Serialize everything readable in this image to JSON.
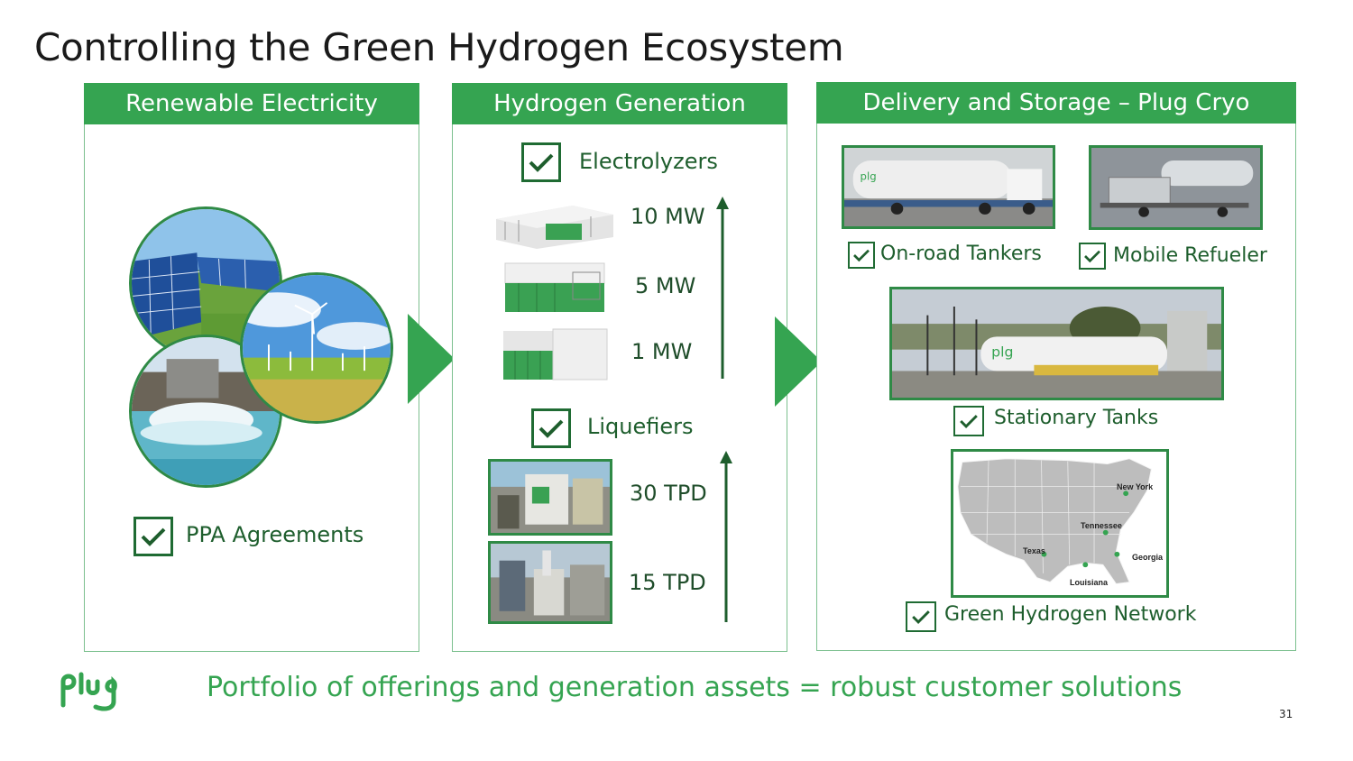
{
  "slide": {
    "title": "Controlling the Green Hydrogen Ecosystem",
    "tagline": "Portfolio of offerings and generation assets = robust customer solutions",
    "page_number": "31",
    "logo_text": "plug",
    "colors": {
      "brand_green": "#35a451",
      "dark_green": "#1e5e2d",
      "border_green": "#7cc08f"
    }
  },
  "panels": {
    "renewable": {
      "header": "Renewable Electricity",
      "checklist_label": "PPA Agreements"
    },
    "generation": {
      "header": "Hydrogen Generation",
      "electrolyzers_label": "Electrolyzers",
      "electrolyzer_capacities": [
        "10 MW",
        "5 MW",
        "1 MW"
      ],
      "liquefiers_label": "Liquefiers",
      "liquefier_capacities": [
        "30 TPD",
        "15 TPD"
      ]
    },
    "delivery": {
      "header": "Delivery and Storage – Plug Cryo",
      "onroad_label": "On-road Tankers",
      "mobile_label": "Mobile Refueler",
      "stationary_label": "Stationary Tanks",
      "network_label": "Green Hydrogen Network",
      "map_states": [
        "New York",
        "Tennessee",
        "Texas",
        "Georgia",
        "Louisiana"
      ]
    }
  }
}
